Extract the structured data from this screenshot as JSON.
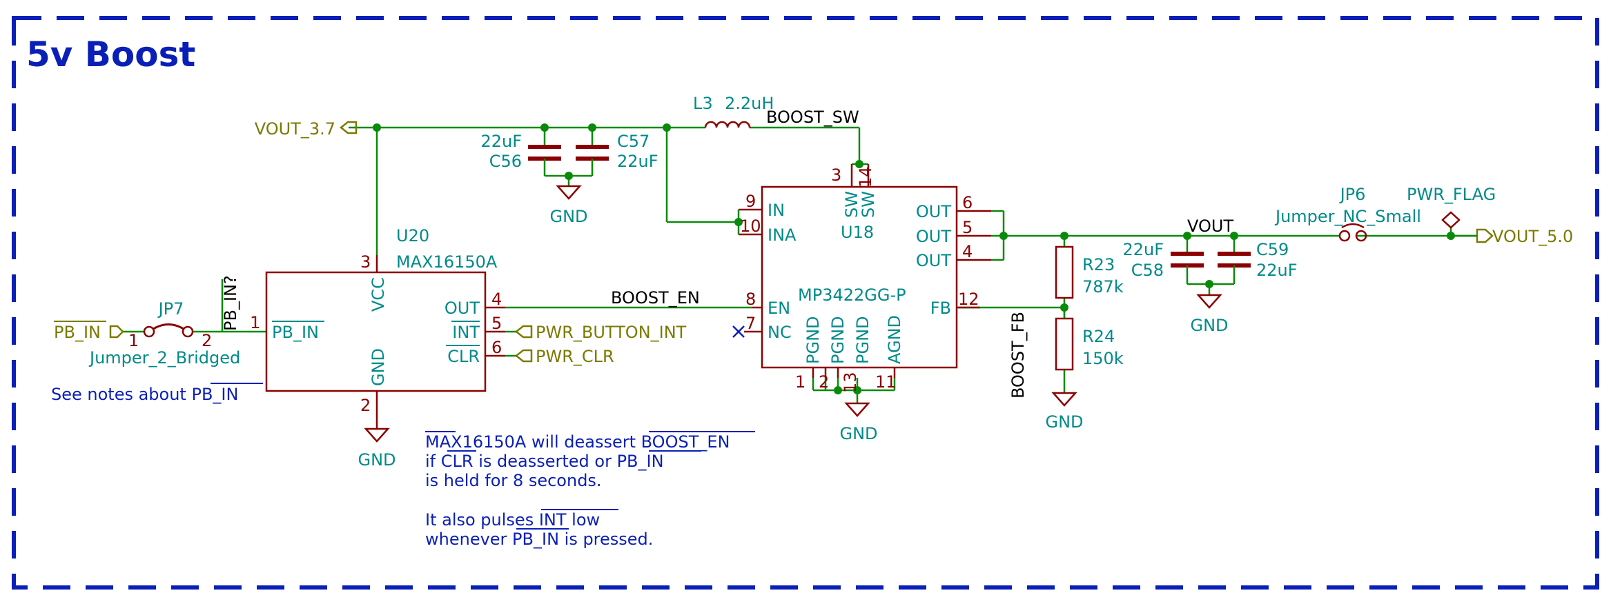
{
  "colors": {
    "frame": "#0a1fb8",
    "wire": "#0a8a0a",
    "body": "#8b0000",
    "pin": "#8b0000",
    "ref": "#008a8a",
    "power": "#7a7a00",
    "note": "#0a1fb8",
    "net": "#000000"
  },
  "sheet": {
    "title": "5v Boost"
  },
  "power": {
    "vout37": "VOUT_3.7",
    "vout50": "VOUT_5.0",
    "pwr_flag": "PWR_FLAG",
    "pb_in": "PB_IN",
    "pwr_button_int": "PWR_BUTTON_INT",
    "pwr_clr": "PWR_CLR",
    "gnd": "GND"
  },
  "nets": {
    "boost_sw": "BOOST_SW",
    "boost_en": "BOOST_EN",
    "boost_fb": "BOOST_FB",
    "vout": "VOUT",
    "pb_in_q": "PB_IN?"
  },
  "components": {
    "l3": {
      "ref": "L3",
      "value": "2.2uH"
    },
    "c56": {
      "ref": "C56",
      "value": "22uF"
    },
    "c57": {
      "ref": "C57",
      "value": "22uF"
    },
    "c58": {
      "ref": "C58",
      "value": "22uF"
    },
    "c59": {
      "ref": "C59",
      "value": "22uF"
    },
    "r23": {
      "ref": "R23",
      "value": "787k"
    },
    "r24": {
      "ref": "R24",
      "value": "150k"
    },
    "jp6": {
      "ref": "JP6",
      "value": "Jumper_NC_Small"
    },
    "jp7": {
      "ref": "JP7",
      "value": "Jumper_2_Bridged",
      "pin1": "1",
      "pin2": "2"
    },
    "u20": {
      "ref": "U20",
      "value": "MAX16150A",
      "pins": {
        "vcc": "VCC",
        "gnd": "GND",
        "pb_in": "PB_IN",
        "out": "OUT",
        "int": "INT",
        "clr": "CLR"
      },
      "nums": {
        "vcc": "3",
        "gnd": "2",
        "pb_in": "1",
        "out": "4",
        "int": "5",
        "clr": "6"
      }
    },
    "u18": {
      "ref": "U18",
      "value": "MP3422GG-P",
      "pins": {
        "in": "IN",
        "ina": "INA",
        "en": "EN",
        "nc": "NC",
        "sw": "SW",
        "out": "OUT",
        "fb": "FB",
        "pgnd": "PGND",
        "agnd": "AGND"
      },
      "nums": {
        "in": "9",
        "ina": "10",
        "en": "8",
        "nc": "7",
        "sw1": "3",
        "sw2": "14",
        "out1": "6",
        "out2": "5",
        "out3": "4",
        "fb": "12",
        "pgnd1": "1",
        "pgnd2": "2",
        "pgnd3": "13",
        "agnd": "11"
      }
    }
  },
  "notes": {
    "see_notes": "See notes about",
    "see_notes_pb": "PB_IN",
    "line1a": "MAX",
    "line1b": "16150A will deasser",
    "line1c": "t BOOST_EN",
    "line2a": "if ",
    "line2b": "CLR",
    "line2c": " is deasserted or ",
    "line2d": "PB_IN",
    "line3": "is held for 8 seconds.",
    "line4a": "It also pul",
    "line4b": "ses ",
    "line4c": "INT",
    "line4d": " low",
    "line5a": "whenever ",
    "line5b": "PB_IN",
    "line5c": " is pressed."
  }
}
